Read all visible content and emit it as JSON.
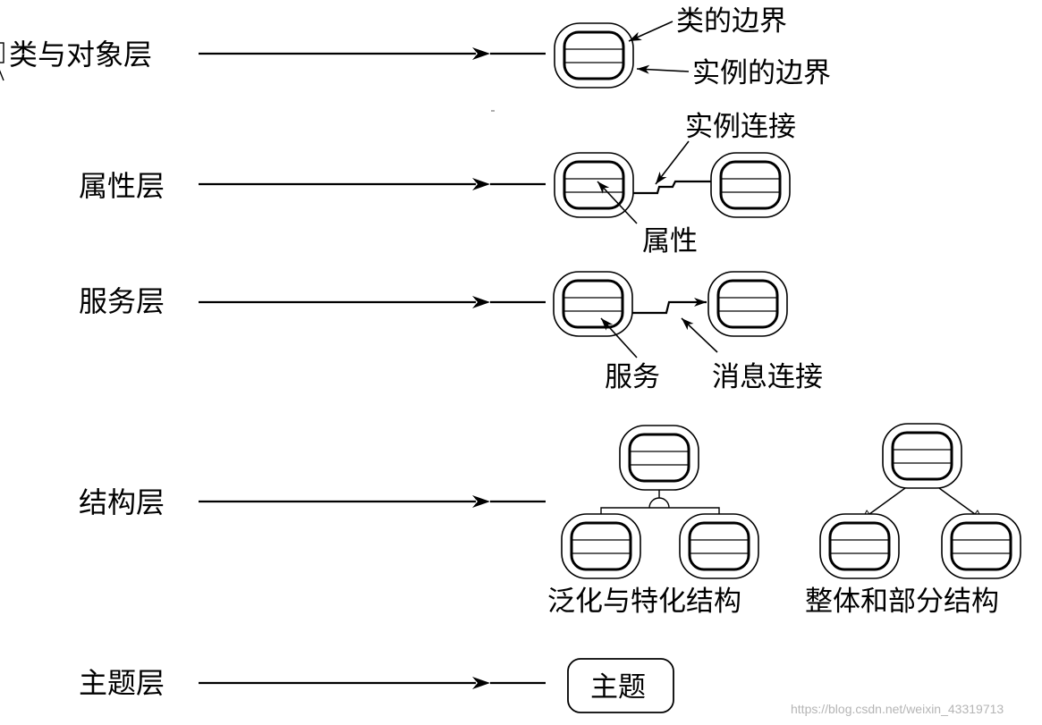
{
  "layers": [
    {
      "label": "类与对象层"
    },
    {
      "label": "属性层"
    },
    {
      "label": "服务层"
    },
    {
      "label": "结构层"
    },
    {
      "label": "主题层"
    }
  ],
  "annotations": {
    "class_boundary": "类的边界",
    "instance_boundary": "实例的边界",
    "instance_connection": "实例连接",
    "attribute": "属性",
    "service": "服务",
    "message_connection": "消息连接",
    "gen_spec_structure": "泛化与特化结构",
    "whole_part_structure": "整体和部分结构"
  },
  "subject": {
    "label": "主题"
  },
  "watermark": "https://blog.csdn.net/weixin_43319713"
}
